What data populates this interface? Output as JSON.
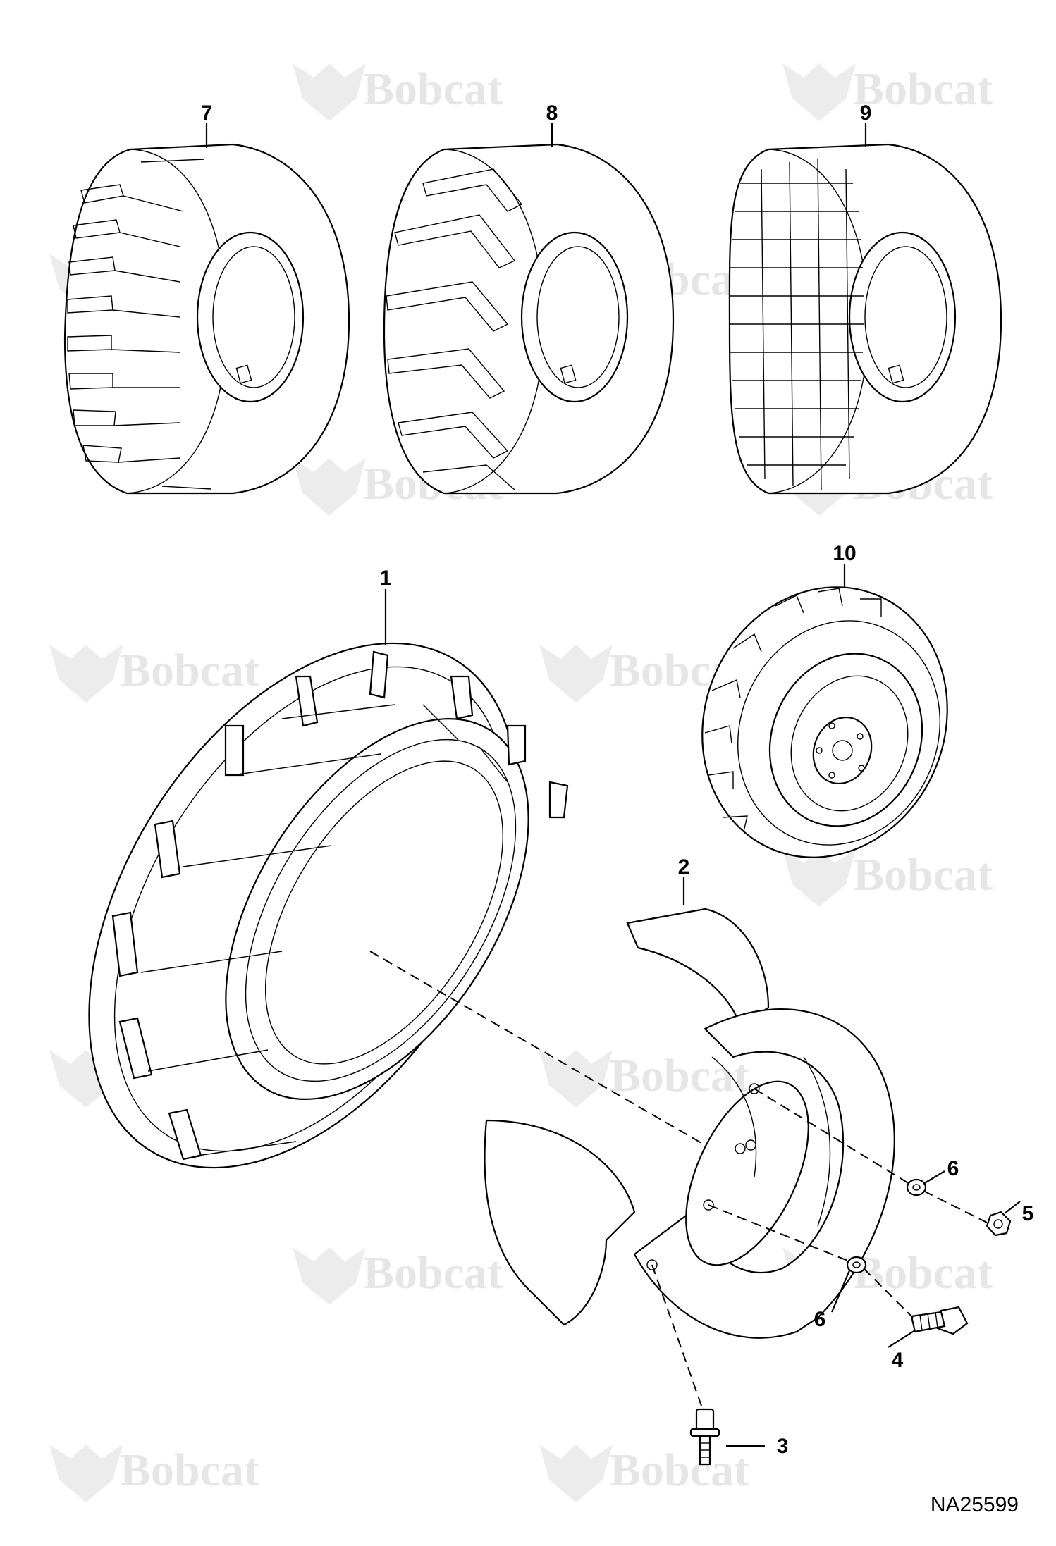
{
  "watermark": {
    "text": "Bobcat",
    "mark": "®"
  },
  "callouts": [
    {
      "id": "c1",
      "text": "1"
    },
    {
      "id": "c2",
      "text": "2"
    },
    {
      "id": "c3",
      "text": "3"
    },
    {
      "id": "c4",
      "text": "4"
    },
    {
      "id": "c5",
      "text": "5"
    },
    {
      "id": "c6a",
      "text": "6"
    },
    {
      "id": "c6b",
      "text": "6"
    },
    {
      "id": "c7",
      "text": "7"
    },
    {
      "id": "c8",
      "text": "8"
    },
    {
      "id": "c9",
      "text": "9"
    },
    {
      "id": "c10",
      "text": "10"
    }
  ],
  "drawing_code": "NA25599"
}
